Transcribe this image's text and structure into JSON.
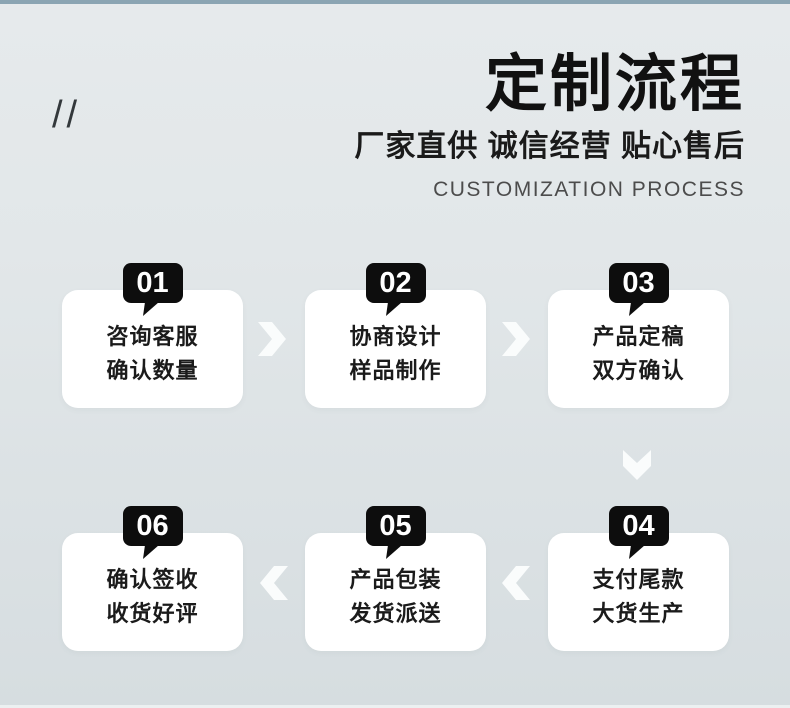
{
  "banner": {
    "decor_slashes": "//",
    "title": "定制流程",
    "subtitle": "厂家直供 诚信经营 贴心售后",
    "subtitle_en": "CUSTOMIZATION PROCESS"
  },
  "steps": [
    {
      "number": "01",
      "line1": "咨询客服",
      "line2": "确认数量"
    },
    {
      "number": "02",
      "line1": "协商设计",
      "line2": "样品制作"
    },
    {
      "number": "03",
      "line1": "产品定稿",
      "line2": "双方确认"
    },
    {
      "number": "04",
      "line1": "支付尾款",
      "line2": "大货生产"
    },
    {
      "number": "05",
      "line1": "产品包装",
      "line2": "发货派送"
    },
    {
      "number": "06",
      "line1": "确认签收",
      "line2": "收货好评"
    }
  ],
  "flow": {
    "row1_order": [
      "01",
      "02",
      "03"
    ],
    "row2_order": [
      "06",
      "05",
      "04"
    ],
    "row1_arrow": "chevron-right",
    "row_connector_arrow": "chevron-down",
    "row2_arrow": "chevron-left"
  },
  "colors": {
    "background_top": "#e6eaec",
    "background_bottom": "#d6dde0",
    "top_strip": "#8ba5b3",
    "card_background": "#ffffff",
    "badge_background": "#0d0d0d",
    "badge_text": "#ffffff",
    "step_text": "#1b1b1b",
    "title_text": "#111111",
    "subtitle_en_text": "#4c4c4c",
    "arrow": "#fafcfc"
  }
}
